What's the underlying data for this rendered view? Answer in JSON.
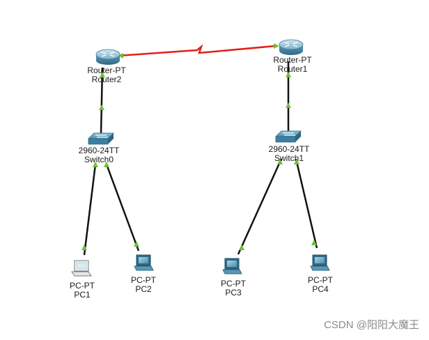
{
  "devices": {
    "router2": {
      "model": "Router-PT",
      "name": "Router2"
    },
    "router1": {
      "model": "Router-PT",
      "name": "Router1"
    },
    "switch0": {
      "model": "2960-24TT",
      "name": "Switch0"
    },
    "switch1": {
      "model": "2960-24TT",
      "name": "Switch1"
    },
    "pc1": {
      "model": "PC-PT",
      "name": "PC1"
    },
    "pc2": {
      "model": "PC-PT",
      "name": "PC2"
    },
    "pc3": {
      "model": "PC-PT",
      "name": "PC3"
    },
    "pc4": {
      "model": "PC-PT",
      "name": "PC4"
    }
  },
  "colors": {
    "serial_link": "#e0201a",
    "ethernet_link": "#111111",
    "link_up_marker": "#6fbf3a",
    "device_body": "#4a8aa8"
  },
  "watermark": "CSDN @阳阳大魔王"
}
